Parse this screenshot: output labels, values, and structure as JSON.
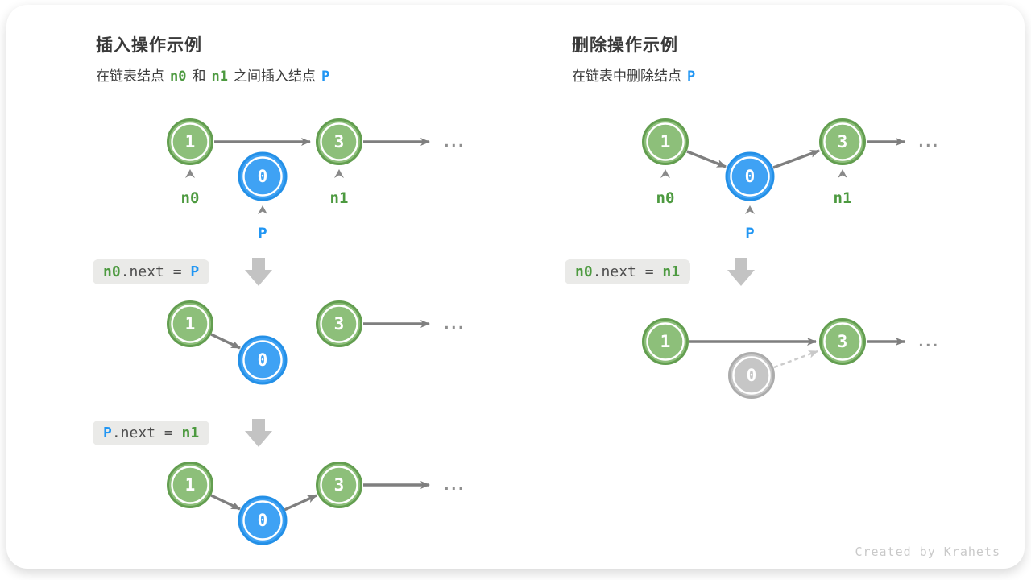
{
  "palette": {
    "node_green_fill": "#8DBF7A",
    "node_green_border": "#639E50",
    "node_blue_fill": "#3FA2F4",
    "node_blue_border": "#2490E7",
    "node_gray_fill": "#C6C6C6",
    "node_gray_border": "#ACACAC",
    "arrow_gray": "#7F7F7F",
    "dashed_arrow_gray": "#CCCCCC",
    "text_green": "#4D9A40",
    "text_blue": "#2196F3",
    "code_box_bg": "#EAEAE8",
    "block_arrow_gray": "#C3C3C3"
  },
  "insert": {
    "title": "插入操作示例",
    "subtitle": {
      "part1": "在链表结点",
      "token1": "n0",
      "part2": "和",
      "token2": "n1",
      "part3": "之间插入结点",
      "token3": "P"
    },
    "node_values": {
      "first": "1",
      "second": "3",
      "inserted": "0"
    },
    "pointer_labels": {
      "n0": "n0",
      "n1": "n1",
      "p": "P"
    },
    "code_step1": {
      "lhs": "n0",
      "mid": ".next = ",
      "rhs": "P"
    },
    "code_step2": {
      "lhs": "P",
      "mid": ".next = ",
      "rhs": "n1"
    },
    "ellipsis": "..."
  },
  "delete": {
    "title": "删除操作示例",
    "subtitle": {
      "part1": "在链表中删除结点",
      "token1": "P"
    },
    "node_values": {
      "first": "1",
      "second": "3",
      "removed": "0"
    },
    "pointer_labels": {
      "n0": "n0",
      "n1": "n1",
      "p": "P"
    },
    "code_step1": {
      "lhs": "n0",
      "mid": ".next = ",
      "rhs": "n1"
    },
    "ellipsis": "..."
  },
  "footer": {
    "credit": "Created by Krahets"
  }
}
